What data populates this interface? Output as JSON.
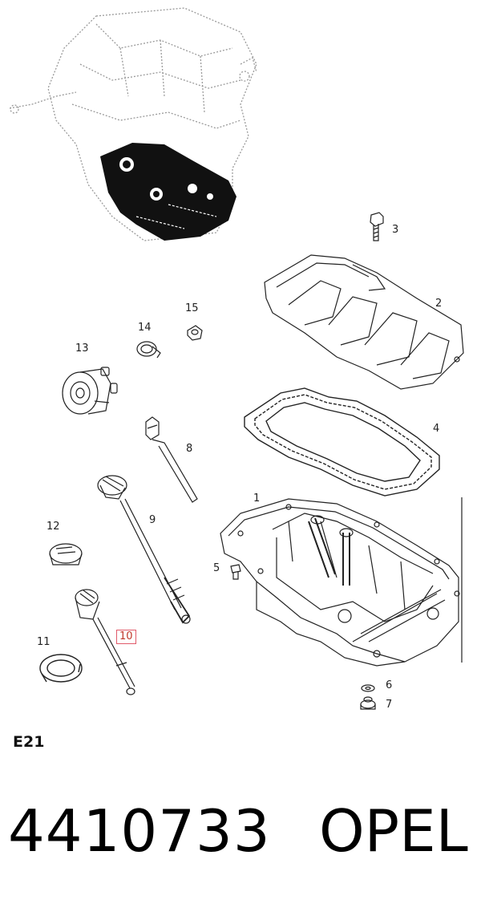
{
  "callouts": {
    "c1": "1",
    "c2": "2",
    "c3": "3",
    "c4": "4",
    "c5": "5",
    "c6": "6",
    "c7": "7",
    "c8": "8",
    "c9": "9",
    "c10": "10",
    "c11": "11",
    "c12": "12",
    "c13": "13",
    "c14": "14",
    "c15": "15"
  },
  "highlighted_callout": "10",
  "sheet_code": "E21",
  "part_number": "4410733",
  "brand": "OPEL",
  "colors": {
    "line": "#222222",
    "engine_dots": "#9a9a9a",
    "highlight": "#e05a6a",
    "fill_dark": "#111111"
  }
}
